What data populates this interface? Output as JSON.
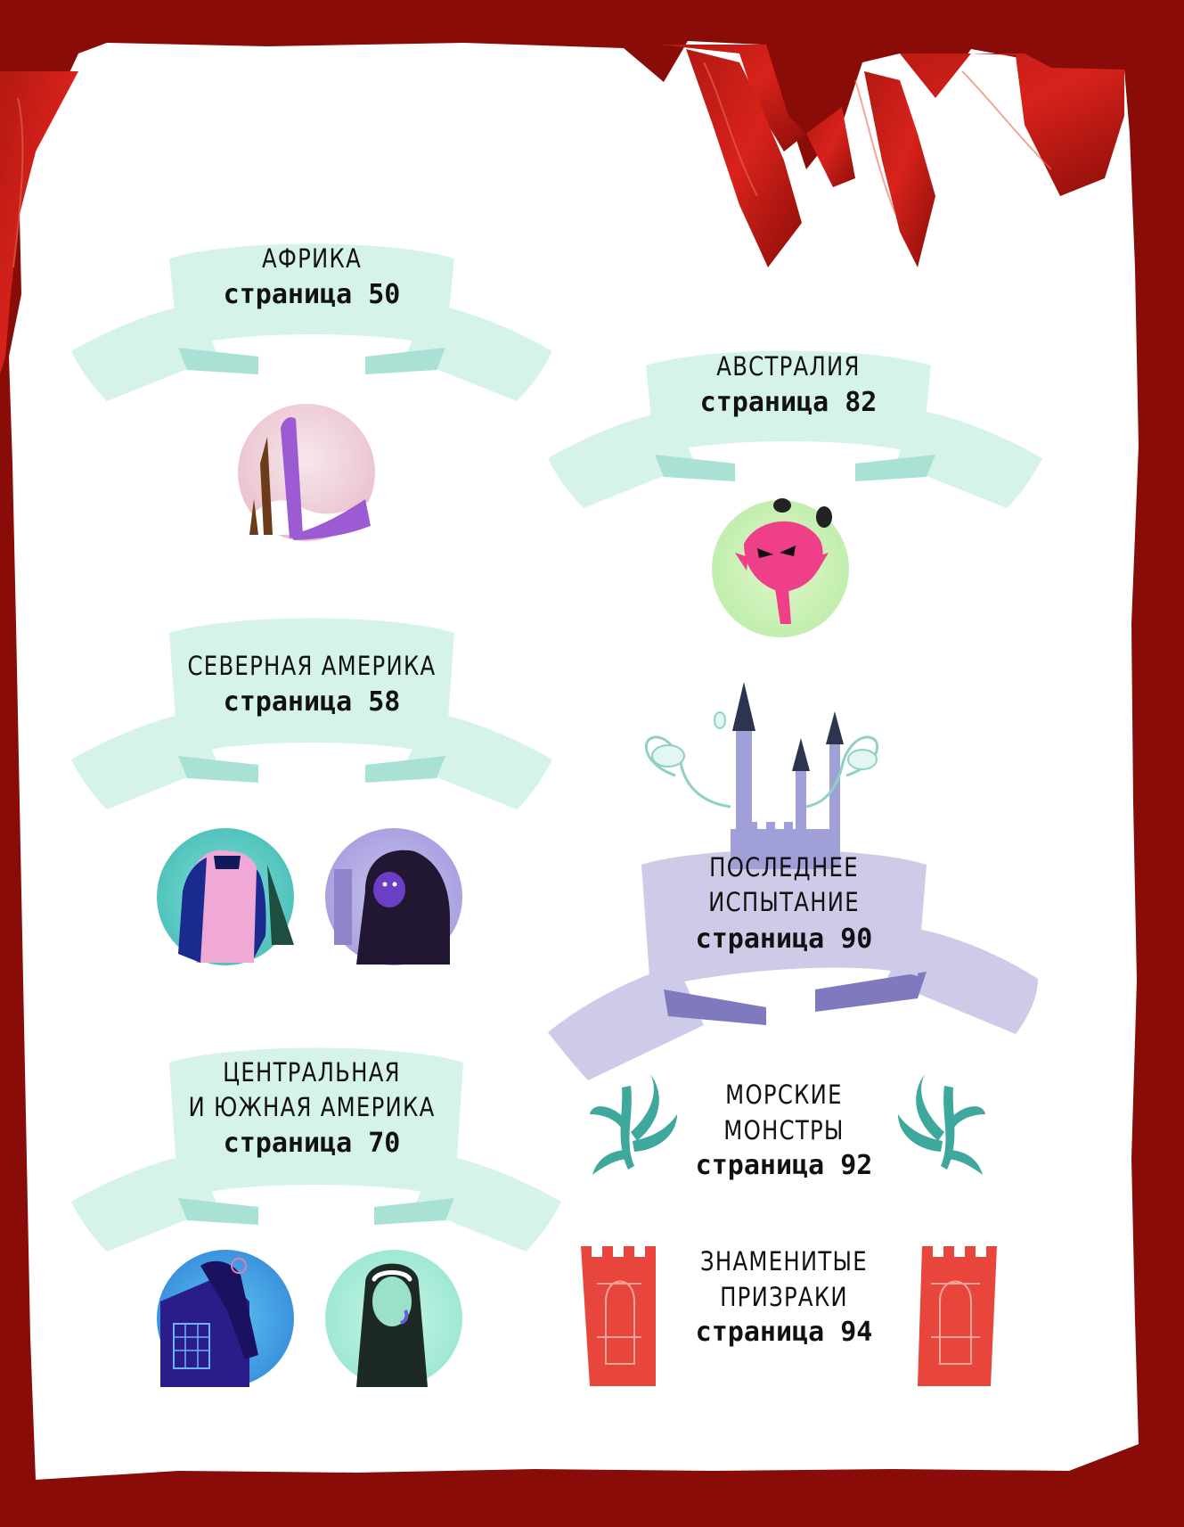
{
  "colors": {
    "background_red": "#8a0c08",
    "paper": "#ffffff",
    "ribbon_mint": "#d6f3ea",
    "ribbon_mint_shadow": "#a9e2d4",
    "ribbon_lilac": "#cdcbe8",
    "ribbon_lilac_shadow": "#8e89c7",
    "tentacle_teal": "#3fa89c",
    "tower_red": "#e8453c"
  },
  "sections": [
    {
      "id": "africa",
      "title": "АФРИКА",
      "page": "страница 50"
    },
    {
      "id": "australia",
      "title": "АВСТРАЛИЯ",
      "page": "страница 82"
    },
    {
      "id": "north-america",
      "title": "СЕВЕРНАЯ АМЕРИКА",
      "page": "страница 58"
    },
    {
      "id": "final-test",
      "title_lines": [
        "ПОСЛЕДНЕЕ",
        "ИСПЫТАНИЕ"
      ],
      "page": "страница 90"
    },
    {
      "id": "central-south-america",
      "title_lines": [
        "ЦЕНТРАЛЬНАЯ",
        "И ЮЖНАЯ АМЕРИКА"
      ],
      "page": "страница 70"
    },
    {
      "id": "sea-monsters",
      "title_lines": [
        "МОРСКИЕ",
        "МОНСТРЫ"
      ],
      "page": "страница 92"
    },
    {
      "id": "famous-ghosts",
      "title_lines": [
        "ЗНАМЕНИТЫЕ",
        "ПРИЗРАКИ"
      ],
      "page": "страница 94"
    }
  ],
  "illustrations": [
    {
      "name": "dinosaur-illustration",
      "icon": "purple-dinosaur"
    },
    {
      "name": "pink-monster-illustration",
      "icon": "pink-fanged-monster"
    },
    {
      "name": "yeti-illustration",
      "icon": "pink-furry-monster"
    },
    {
      "name": "gorilla-illustration",
      "icon": "purple-gorilla"
    },
    {
      "name": "bat-monster-illustration",
      "icon": "blue-bat-monster"
    },
    {
      "name": "ghost-girl-illustration",
      "icon": "green-ghost-girl"
    },
    {
      "name": "castle-illustration",
      "icon": "haunted-castle-with-ghosts"
    },
    {
      "name": "tentacle-left-icon",
      "icon": "teal-tentacles"
    },
    {
      "name": "tentacle-right-icon",
      "icon": "teal-tentacles"
    },
    {
      "name": "tower-left-icon",
      "icon": "red-tower"
    },
    {
      "name": "tower-right-icon",
      "icon": "red-tower"
    }
  ]
}
